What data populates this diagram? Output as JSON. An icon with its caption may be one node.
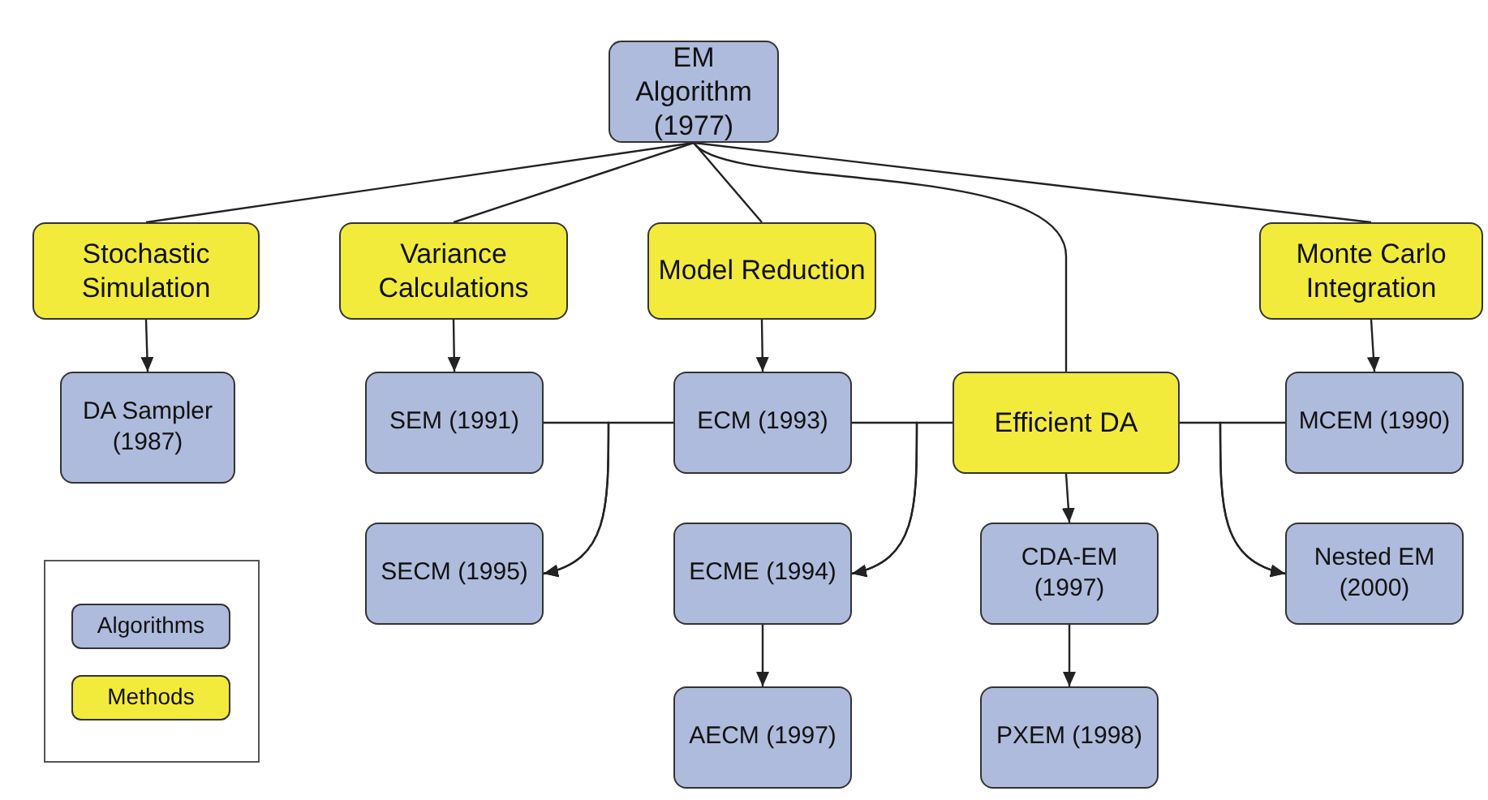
{
  "diagram": {
    "nodes": [
      {
        "text": [
          "EM Algorithm (1977)"
        ]
      },
      {
        "text": [
          "Stochastic Simulation"
        ]
      },
      {
        "text": [
          "Variance Calculations"
        ]
      },
      {
        "text": [
          "Model Reduction"
        ]
      },
      {
        "text": [
          "Monte Carlo Integration"
        ]
      },
      {
        "text": [
          "DA Sampler (1987)"
        ]
      },
      {
        "text": [
          "SEM (1991)"
        ]
      },
      {
        "text": [
          "ECM (1993)"
        ]
      },
      {
        "text": [
          "Efficient DA"
        ]
      },
      {
        "text": [
          "MCEM (1990)"
        ]
      },
      {
        "text": [
          "SECM (1995)"
        ]
      },
      {
        "text": [
          "ECME (1994)"
        ]
      },
      {
        "text": [
          "CDA-EM (1997)"
        ]
      },
      {
        "text": [
          "Nested EM (2000)"
        ]
      },
      {
        "text": [
          "AECM (1997)"
        ]
      },
      {
        "text": [
          "PXEM (1998)"
        ]
      }
    ],
    "edges": [
      {
        "from": 0,
        "to": 1,
        "arrow": "none"
      },
      {
        "from": 0,
        "to": 2,
        "arrow": "none"
      },
      {
        "from": 0,
        "to": 3,
        "arrow": "none"
      },
      {
        "from": 0,
        "to": 8,
        "arrow": "none"
      },
      {
        "from": 0,
        "to": 4,
        "arrow": "none"
      },
      {
        "from": 1,
        "to": 5,
        "arrow": "to"
      },
      {
        "from": 2,
        "to": 6,
        "arrow": "to"
      },
      {
        "from": 3,
        "to": 7,
        "arrow": "to"
      },
      {
        "from": 4,
        "to": 9,
        "arrow": "to"
      },
      {
        "from": 6,
        "to": 10,
        "arrow": "to"
      },
      {
        "from": 7,
        "to": 10,
        "arrow": "to"
      },
      {
        "from": 7,
        "to": 11,
        "arrow": "to"
      },
      {
        "from": 8,
        "to": 11,
        "arrow": "to"
      },
      {
        "from": 8,
        "to": 13,
        "arrow": "to"
      },
      {
        "from": 9,
        "to": 13,
        "arrow": "to"
      },
      {
        "from": 8,
        "to": 12,
        "arrow": "to"
      },
      {
        "from": 11,
        "to": 14,
        "arrow": "to"
      },
      {
        "from": 12,
        "to": 15,
        "arrow": "to"
      }
    ],
    "legend": [
      {
        "text": "Algorithms",
        "color": "#aebbdc"
      },
      {
        "text": "Methods",
        "color": "#f3eb3c"
      }
    ]
  }
}
